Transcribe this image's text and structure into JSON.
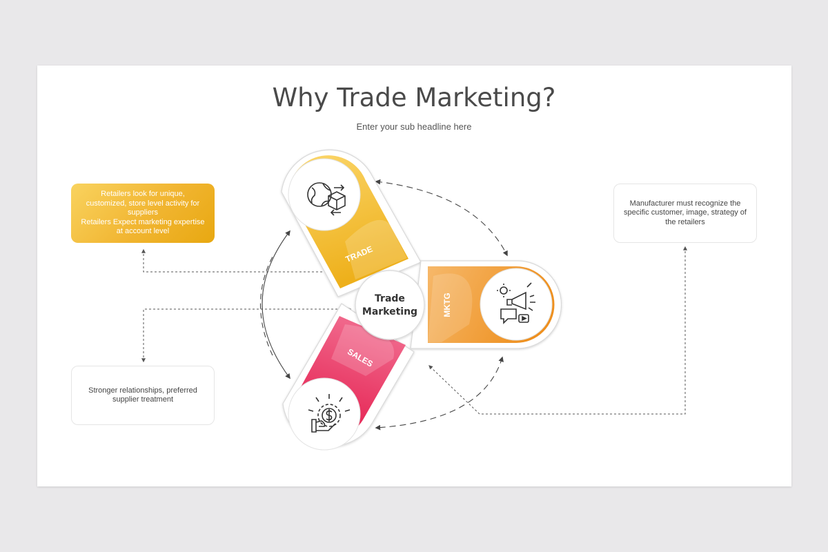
{
  "slide": {
    "title": "Why Trade Marketing?",
    "subtitle": "Enter your sub headline here"
  },
  "center": {
    "line1": "Trade",
    "line2": "Marketing"
  },
  "petals": {
    "trade": {
      "label": "TRADE",
      "icon": "globe-box-icon",
      "color": "#f3b829"
    },
    "mktg": {
      "label": "MKTG",
      "icon": "megaphone-icon",
      "color": "#f09a2b"
    },
    "sales": {
      "label": "SALES",
      "icon": "dollar-hand-icon",
      "color": "#e5224f"
    }
  },
  "boxes": {
    "top_left": {
      "line1": "Retailers look for unique,",
      "line2": "customized, store level activity for",
      "line3": "suppliers",
      "line4": "Retailers Expect marketing expertise",
      "line5": "at account level"
    },
    "top_right": {
      "line1": "Manufacturer must recognize the",
      "line2": "specific customer, image, strategy of",
      "line3": "the retailers"
    },
    "bottom_left": {
      "line1": "Stronger relationships, preferred",
      "line2": "supplier treatment"
    }
  }
}
